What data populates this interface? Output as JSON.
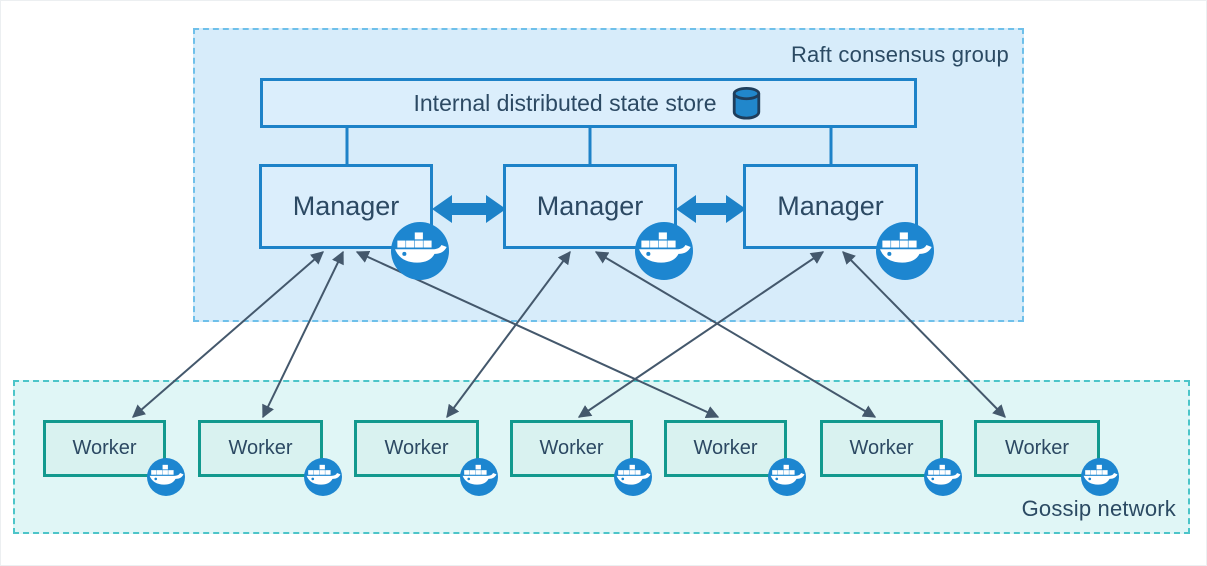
{
  "raft_group": {
    "label": "Raft consensus group",
    "state_store": {
      "label": "Internal distributed state store",
      "icon": "database-cylinder-icon"
    },
    "managers": [
      {
        "id": "manager-1",
        "label": "Manager",
        "badge_icon": "docker-whale-icon"
      },
      {
        "id": "manager-2",
        "label": "Manager",
        "badge_icon": "docker-whale-icon"
      },
      {
        "id": "manager-3",
        "label": "Manager",
        "badge_icon": "docker-whale-icon"
      }
    ]
  },
  "gossip_network": {
    "label": "Gossip network",
    "workers": [
      {
        "id": "worker-1",
        "label": "Worker",
        "badge_icon": "docker-whale-icon"
      },
      {
        "id": "worker-2",
        "label": "Worker",
        "badge_icon": "docker-whale-icon"
      },
      {
        "id": "worker-3",
        "label": "Worker",
        "badge_icon": "docker-whale-icon"
      },
      {
        "id": "worker-4",
        "label": "Worker",
        "badge_icon": "docker-whale-icon"
      },
      {
        "id": "worker-5",
        "label": "Worker",
        "badge_icon": "docker-whale-icon"
      },
      {
        "id": "worker-6",
        "label": "Worker",
        "badge_icon": "docker-whale-icon"
      },
      {
        "id": "worker-7",
        "label": "Worker",
        "badge_icon": "docker-whale-icon"
      }
    ]
  },
  "connections": {
    "store_to_managers": [
      "manager-1",
      "manager-2",
      "manager-3"
    ],
    "manager_peer_links": [
      [
        "manager-1",
        "manager-2"
      ],
      [
        "manager-2",
        "manager-3"
      ]
    ],
    "manager_worker_links": [
      [
        "manager-1",
        "worker-1"
      ],
      [
        "manager-1",
        "worker-2"
      ],
      [
        "manager-1",
        "worker-5"
      ],
      [
        "manager-2",
        "worker-3"
      ],
      [
        "manager-2",
        "worker-6"
      ],
      [
        "manager-3",
        "worker-4"
      ],
      [
        "manager-3",
        "worker-7"
      ]
    ],
    "manager_peer_style": "thick double-headed arrow",
    "manager_worker_style": "thin double-headed arrow"
  },
  "colors": {
    "raft_fill": "#d7ecfa",
    "raft_border": "#6fc0ea",
    "blue_node_fill": "#dbeefc",
    "blue_node_border": "#1d82c8",
    "gossip_fill": "#e0f6f6",
    "gossip_border": "#4cc5c9",
    "worker_fill": "#d9f2f0",
    "worker_border": "#12998e",
    "docker_badge": "#1d86d0",
    "thin_arrow": "#44586c",
    "text": "#2c4963"
  }
}
